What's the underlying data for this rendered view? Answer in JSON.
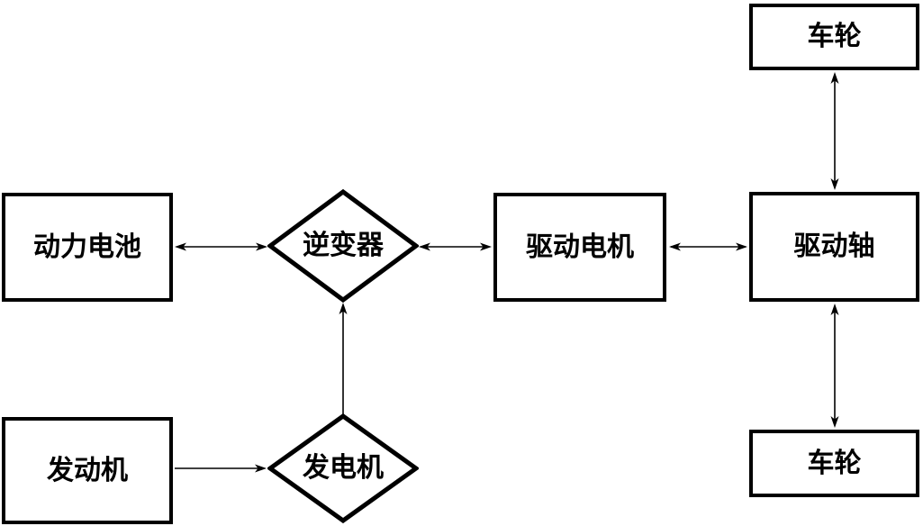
{
  "diagram": {
    "type": "block-diagram",
    "subject": "series hybrid electric vehicle powertrain",
    "colors": {
      "line": "#000000",
      "background": "#ffffff",
      "text": "#000000"
    },
    "nodes": {
      "battery": {
        "label": "动力电池",
        "shape": "rect"
      },
      "inverter": {
        "label": "逆变器",
        "shape": "diamond"
      },
      "motor": {
        "label": "驱动电机",
        "shape": "rect"
      },
      "shaft": {
        "label": "驱动轴",
        "shape": "rect"
      },
      "wheel_top": {
        "label": "车轮",
        "shape": "rect"
      },
      "wheel_bottom": {
        "label": "车轮",
        "shape": "rect"
      },
      "engine": {
        "label": "发动机",
        "shape": "rect"
      },
      "generator": {
        "label": "发电机",
        "shape": "diamond"
      }
    },
    "edges": [
      {
        "from": "battery",
        "to": "inverter",
        "direction": "bidirectional"
      },
      {
        "from": "inverter",
        "to": "motor",
        "direction": "bidirectional"
      },
      {
        "from": "motor",
        "to": "shaft",
        "direction": "bidirectional"
      },
      {
        "from": "shaft",
        "to": "wheel_top",
        "direction": "bidirectional"
      },
      {
        "from": "shaft",
        "to": "wheel_bottom",
        "direction": "bidirectional"
      },
      {
        "from": "engine",
        "to": "generator",
        "direction": "one-way"
      },
      {
        "from": "generator",
        "to": "inverter",
        "direction": "one-way"
      }
    ]
  }
}
